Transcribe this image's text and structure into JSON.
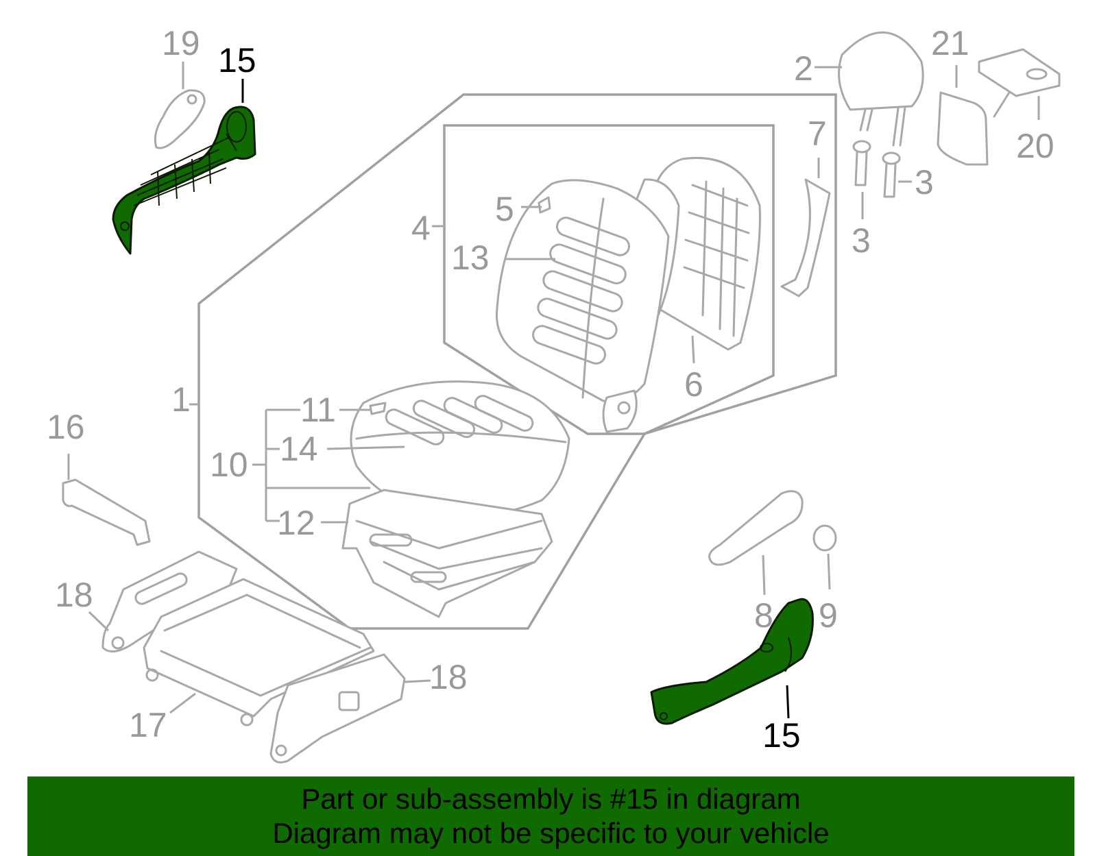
{
  "colors": {
    "highlight": "#0f6b00",
    "banner": "#0f6b00",
    "outline": "#a8a8a8",
    "callout_gray": "#999999",
    "callout_highlight": "#000000"
  },
  "callouts": {
    "c1": "1",
    "c2": "2",
    "c3a": "3",
    "c3b": "3",
    "c4": "4",
    "c5": "5",
    "c6": "6",
    "c7": "7",
    "c8": "8",
    "c9": "9",
    "c10": "10",
    "c11": "11",
    "c12": "12",
    "c13": "13",
    "c14": "14",
    "c15a": "15",
    "c15b": "15",
    "c16": "16",
    "c17": "17",
    "c18a": "18",
    "c18b": "18",
    "c19": "19",
    "c20": "20",
    "c21": "21"
  },
  "banner": {
    "line1": "Part or sub-assembly is #15 in diagram",
    "line2": "Diagram may not be specific to your vehicle"
  }
}
